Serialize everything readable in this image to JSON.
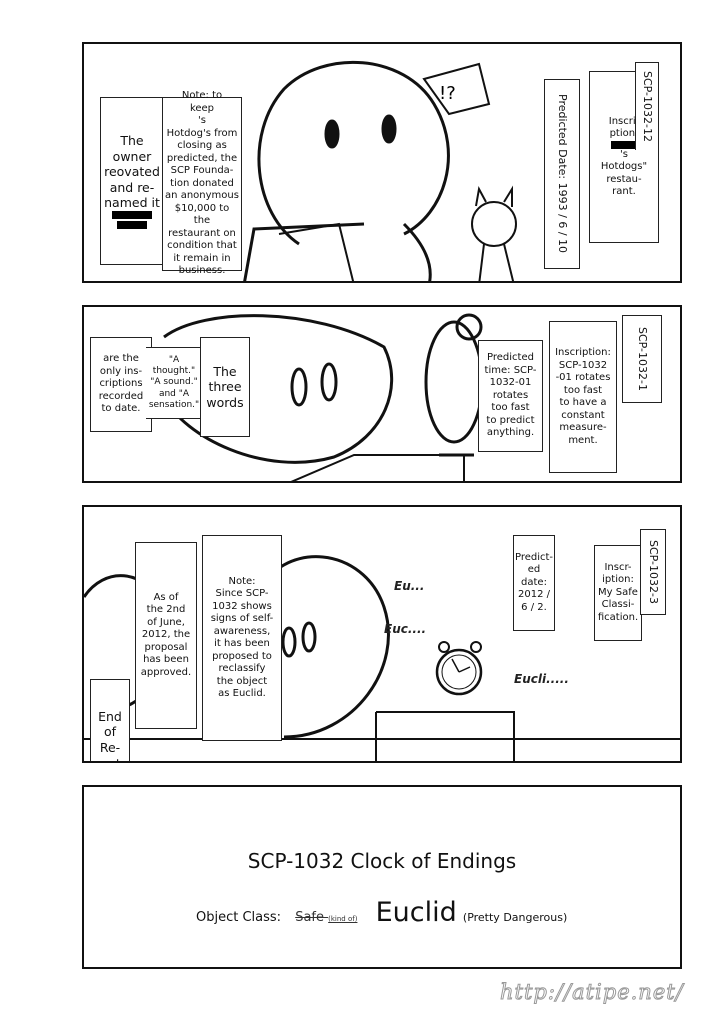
{
  "panel1": {
    "owner_box": "The\nowner\nreovated\nand re-\nnamed it",
    "note_box_pre": "Note: to\nkeep",
    "note_box_post": "'s\nHotdog's from\nclosing as\npredicted, the\nSCP Founda-\ntion donated\nan anonymous\n$10,000 to the\nrestaurant on\ncondition that\nit remain in\nbusiness.",
    "exclaim": "!?",
    "predicted_date": "Predicted Date: 1993 / 6 / 10",
    "inscription_pre": "Inscri-\nption:",
    "inscription_post": "'s\nHotdogs\"\nrestau-\nrant.",
    "scp_label": "SCP-1032-12"
  },
  "panel2": {
    "inscriptions_box": "are the\nonly ins-\ncriptions\nrecorded\nto date.",
    "quotes_box": "\"A thought.\"\n\"A sound.\"\nand \"A\nsensation.\"",
    "three_words_box": "The\nthree\nwords",
    "predicted_time": "Predicted\ntime: SCP-\n1032-01\nrotates\ntoo fast\nto predict\nanything.",
    "inscription": "Inscription:\nSCP-1032\n-01 rotates\ntoo fast\nto have a\nconstant\nmeasure-\nment.",
    "scp_label": "SCP-1032-1"
  },
  "panel3": {
    "approved_box": "As of\nthe 2nd\nof June,\n2012, the\nproposal\nhas been\napproved.",
    "note_box": "Note:\nSince SCP-\n1032 shows\nsigns of self-\nawareness,\nit has been\nproposed to\nreclassify\nthe object\nas Euclid.",
    "end_box": "End\nof\nRe-\nport.",
    "predicted_date": "Predict-\ned date:\n2012 /\n6 / 2.",
    "inscription": "Inscr-\niption:\nMy Safe\nClassi-\nfication.",
    "scp_label": "SCP-1032-3",
    "sfx": [
      "Eu...",
      "Euc....",
      "Eucli....."
    ]
  },
  "panel4": {
    "title": "SCP-1032  Clock of Endings",
    "class_label": "Object Class:",
    "old_class": "Safe",
    "old_class_note": "(kind of)",
    "new_class": "Euclid",
    "new_class_note": "(Pretty Dangerous)"
  },
  "watermark": "http://atipe.net/"
}
